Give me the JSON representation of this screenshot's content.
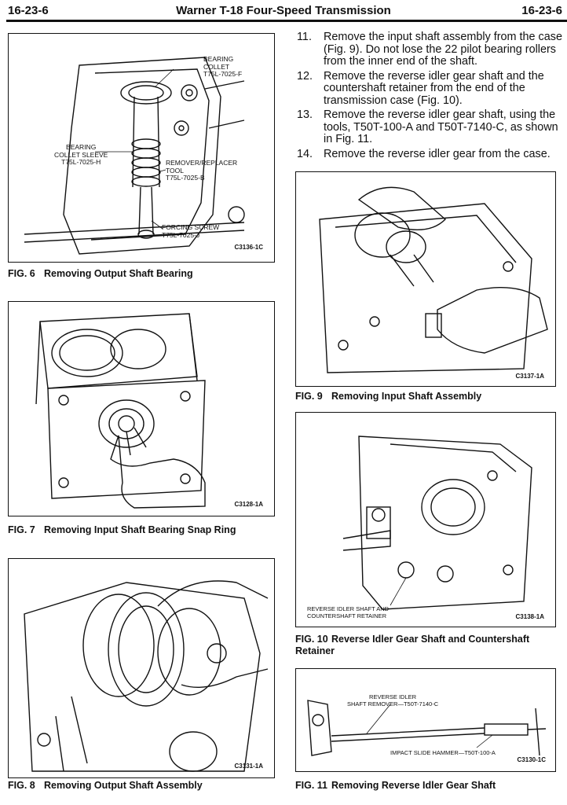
{
  "header": {
    "page_left": "16-23-6",
    "title": "Warner T-18 Four-Speed Transmission",
    "page_right": "16-23-6"
  },
  "steps": [
    {
      "num": "11.",
      "text": "Remove the input shaft assembly from the case (Fig. 9). Do not lose the 22 pilot bearing rollers from the inner end of the shaft."
    },
    {
      "num": "12.",
      "text": "Remove the reverse idler gear shaft and the countershaft retainer from the end of the transmission case (Fig. 10)."
    },
    {
      "num": "13.",
      "text": "Remove the reverse idler gear shaft, using the tools, T50T-100-A and T50T-7140-C, as shown in Fig. 11."
    },
    {
      "num": "14.",
      "text": "Remove the reverse idler gear from the case."
    }
  ],
  "figures": {
    "fig6": {
      "number": "FIG. 6",
      "caption": "Removing Output Shaft Bearing",
      "code": "C3136-1C",
      "labels": {
        "bearing_collet": [
          "BEARING",
          "COLLET",
          "T75L-7025-F"
        ],
        "collet_sleeve": [
          "BEARING",
          "COLLET SLEEVE",
          "T75L-7025-H"
        ],
        "remover_tool": [
          "REMOVER/REPLACER",
          "TOOL",
          "T75L-7025-B"
        ],
        "forcing_screw": [
          "FORCING SCREW",
          "T75L-7025-J"
        ]
      }
    },
    "fig7": {
      "number": "FIG. 7",
      "caption": "Removing Input Shaft Bearing Snap Ring",
      "code": "C3128-1A"
    },
    "fig8": {
      "number": "FIG. 8",
      "caption": "Removing Output Shaft Assembly",
      "code": "C3131-1A"
    },
    "fig9": {
      "number": "FIG. 9",
      "caption": "Removing Input Shaft Assembly",
      "code": "C3137-1A"
    },
    "fig10": {
      "number": "FIG. 10",
      "caption": "Reverse Idler Gear Shaft and Countershaft Retainer",
      "code": "C3138-1A",
      "labels": {
        "retainer": [
          "REVERSE IDLER SHAFT AND",
          "COUNTERSHAFT RETAINER"
        ]
      }
    },
    "fig11": {
      "number": "FIG. 11",
      "caption": "Removing Reverse Idler Gear Shaft",
      "code": "C3130-1C",
      "labels": {
        "remover": [
          "REVERSE IDLER",
          "SHAFT REMOVER—T50T-7140-C"
        ],
        "hammer": [
          "IMPACT SLIDE HAMMER—T50T-100-A"
        ]
      }
    }
  }
}
